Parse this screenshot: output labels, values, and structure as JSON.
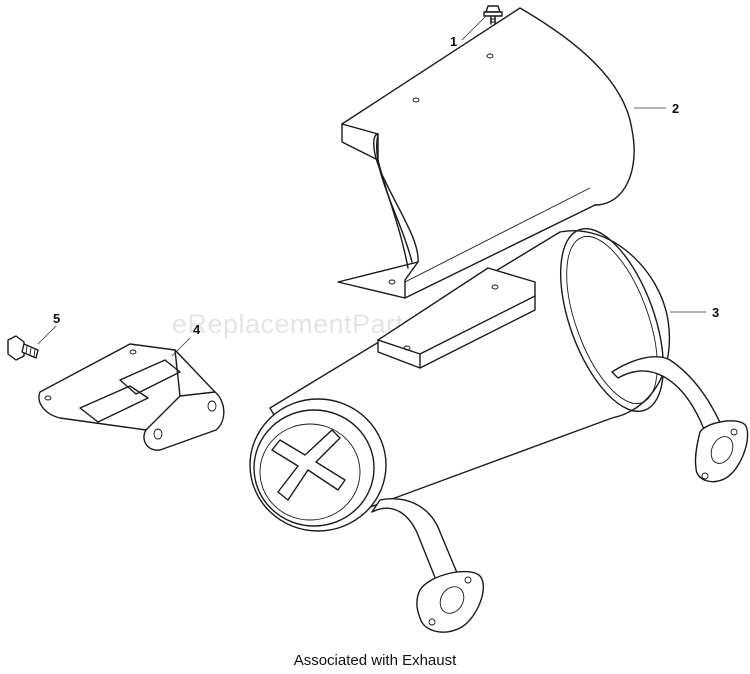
{
  "caption": "Associated with Exhaust",
  "watermark": "eReplacementParts.com",
  "callouts": {
    "p1": "1",
    "p2": "2",
    "p3": "3",
    "p4": "4",
    "p5": "5"
  },
  "colors": {
    "line": "#1a1a1a",
    "background": "#ffffff"
  }
}
